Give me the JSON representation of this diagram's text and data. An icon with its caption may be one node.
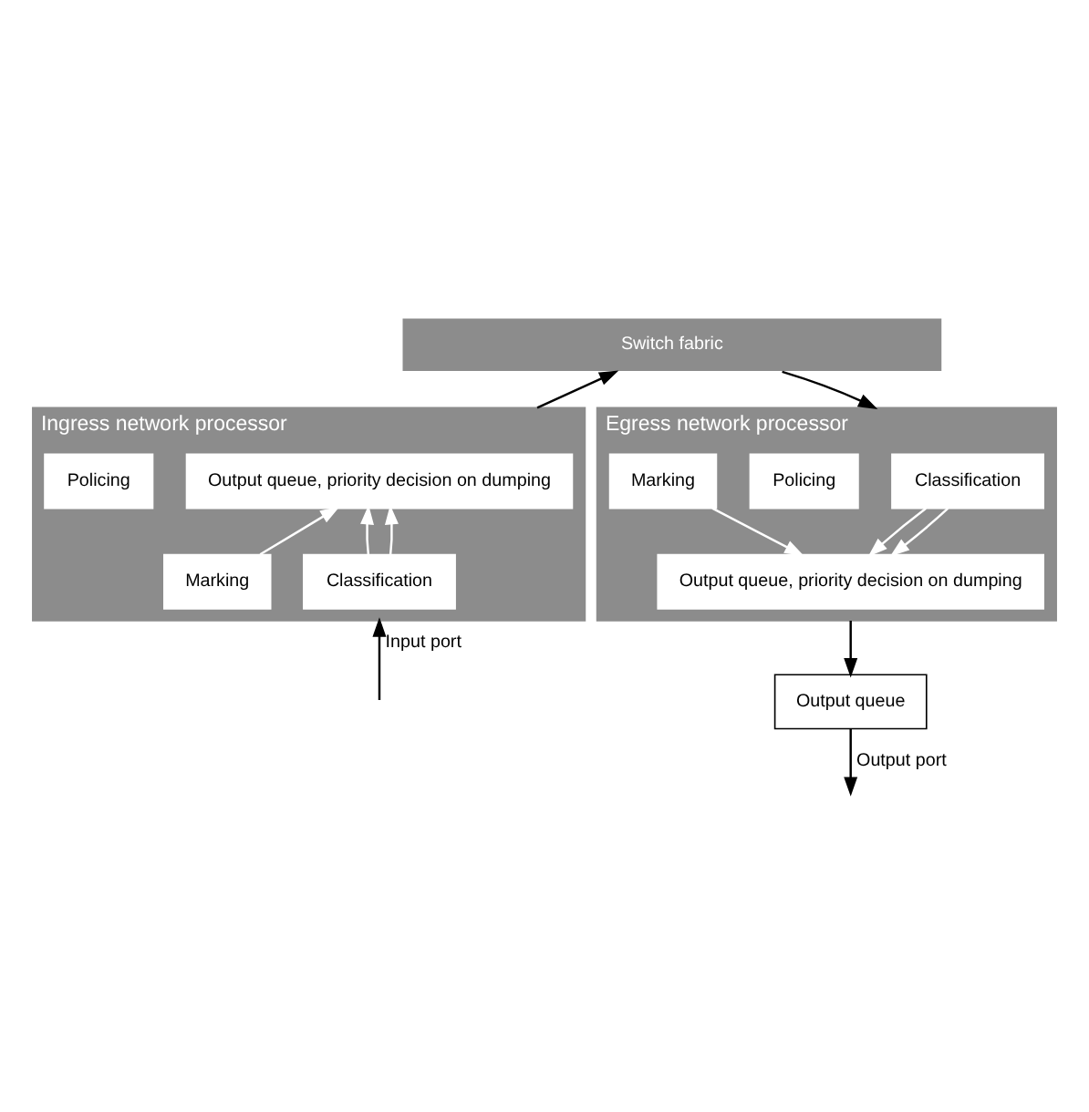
{
  "diagram": {
    "nodes": [
      {
        "text": [
          "Switch fabric"
        ]
      },
      {
        "text": [
          "Ingress network processor"
        ]
      },
      {
        "text": [
          "Output queue, priority decision on dumping"
        ],
        "in": 1
      },
      {
        "text": [
          "Marking"
        ],
        "in": 1
      },
      {
        "text": [
          "Policing"
        ],
        "in": 1
      },
      {
        "text": [
          "Classification"
        ],
        "in": 1
      },
      {
        "text": [
          "Egress network processor"
        ]
      },
      {
        "text": [
          "Classification"
        ],
        "in": 6
      },
      {
        "text": [
          "Policing"
        ],
        "in": 6
      },
      {
        "text": [
          "Marking"
        ],
        "in": 6
      },
      {
        "text": [
          "Output queue, priority decision on dumping"
        ],
        "in": 6
      },
      {
        "text": [
          "Output queue"
        ]
      }
    ],
    "edges": [
      {
        "from": 1,
        "to": 0,
        "arrow": "to",
        "color": "#000000"
      },
      {
        "from": 0,
        "to": 6,
        "arrow": "to",
        "color": "#000000"
      },
      {
        "from": 5,
        "to": 2,
        "arrow": "to"
      },
      {
        "from": 5,
        "to": 2,
        "arrow": "to"
      },
      {
        "from": 3,
        "to": 2,
        "arrow": "to"
      },
      {
        "from": 7,
        "to": 10,
        "arrow": "to"
      },
      {
        "from": 7,
        "to": 10,
        "arrow": "to"
      },
      {
        "from": 9,
        "to": 10,
        "arrow": "to"
      },
      {
        "from": null,
        "to": 1,
        "arrow": "to",
        "label": "Input port",
        "color": "#000000"
      },
      {
        "from": 6,
        "to": 11,
        "arrow": "to",
        "color": "#000000"
      },
      {
        "from": 11,
        "to": null,
        "arrow": "to",
        "label": "Output port",
        "color": "#000000"
      }
    ]
  }
}
